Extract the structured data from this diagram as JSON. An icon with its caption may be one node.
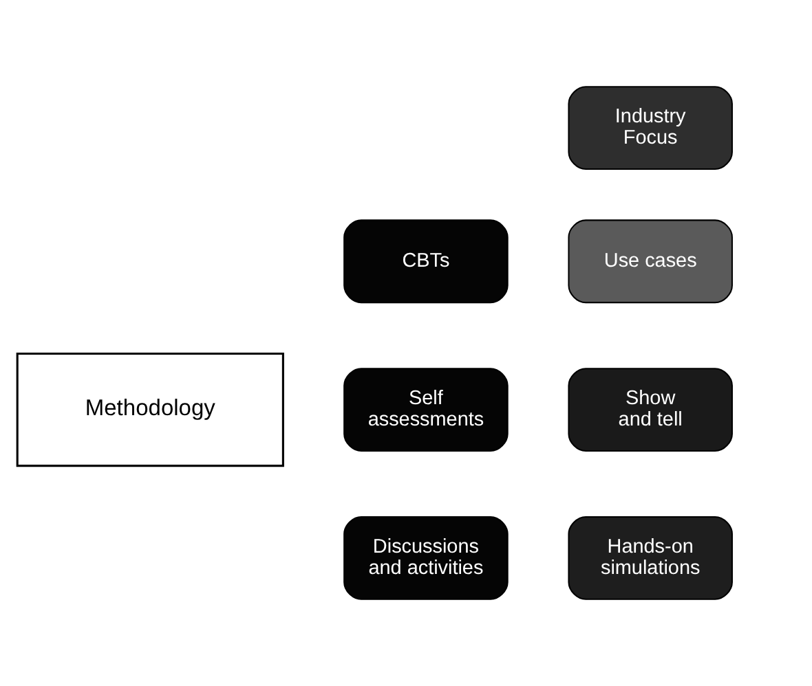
{
  "diagram": {
    "nodes": [
      {
        "text": [
          "Industry Focus"
        ]
      },
      {
        "text": [
          "CBTs"
        ]
      },
      {
        "text": [
          "Use cases"
        ]
      },
      {
        "text": [
          "Methodology"
        ]
      },
      {
        "text": [
          "Self assessments"
        ]
      },
      {
        "text": [
          "Show and tell"
        ]
      },
      {
        "text": [
          "Discussions and activities"
        ]
      },
      {
        "text": [
          "Hands-on simulations"
        ]
      }
    ],
    "edges": []
  }
}
